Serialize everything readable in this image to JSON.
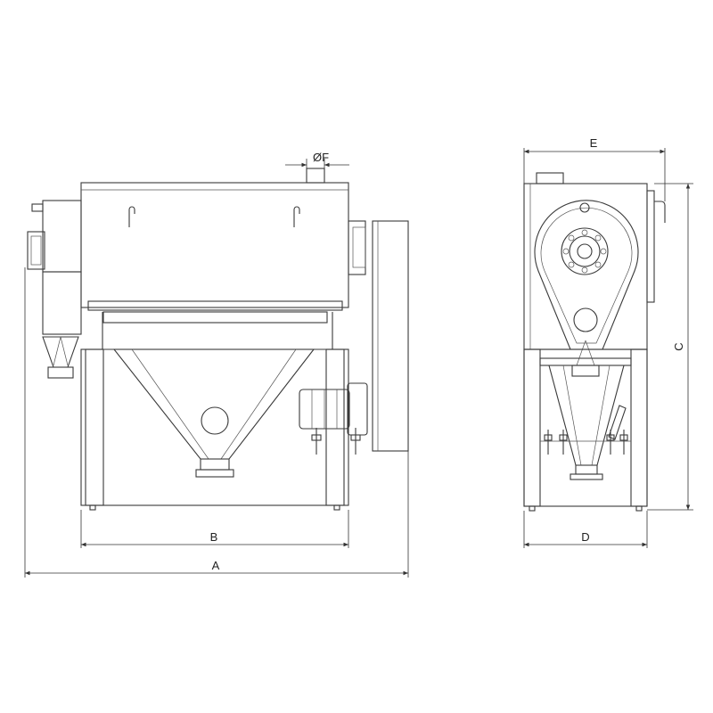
{
  "dimensions": {
    "A": "A",
    "B": "B",
    "C": "C",
    "D": "D",
    "E": "E",
    "F": "ØF"
  },
  "colors": {
    "line": "#3a3a3a",
    "background": "#ffffff"
  }
}
